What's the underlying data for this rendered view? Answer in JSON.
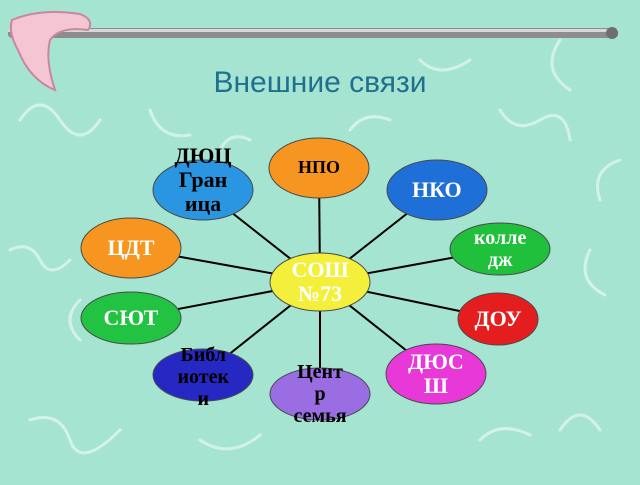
{
  "slide": {
    "title": "Внешние связи",
    "colors": {
      "background": "#a6e4d2",
      "title": "#1f6f8f",
      "pattern": "#d9f3ec",
      "bar": "#8d8d8d"
    },
    "decor": {
      "icons": [
        "boomerang-icon",
        "scroll-bar-icon"
      ]
    }
  },
  "diagram": {
    "hub": {
      "label": "СОШ\n№73",
      "color": "#f4ef3b"
    },
    "nodes": [
      {
        "id": "npo",
        "label": "НПО",
        "color": "#f6951f"
      },
      {
        "id": "nko",
        "label": "НКО",
        "color": "#1f6fd9"
      },
      {
        "id": "college",
        "label": "колле\nдж",
        "color": "#21c03c"
      },
      {
        "id": "dou",
        "label": "ДОУ",
        "color": "#e41e1e"
      },
      {
        "id": "dyussh",
        "label": "ДЮС\nШ",
        "color": "#e838d8"
      },
      {
        "id": "center",
        "label": "Цент\nр\nсемья",
        "color": "#9a6ee2"
      },
      {
        "id": "library",
        "label": "Библ\nиотек\nи",
        "color": "#2528c2"
      },
      {
        "id": "syut",
        "label": "СЮТ",
        "color": "#22c242"
      },
      {
        "id": "cdt",
        "label": "ЦДТ",
        "color": "#f6951f"
      },
      {
        "id": "dyuts",
        "label": "ДЮЦ\nГран\nица",
        "color": "#2a95e0"
      }
    ]
  }
}
